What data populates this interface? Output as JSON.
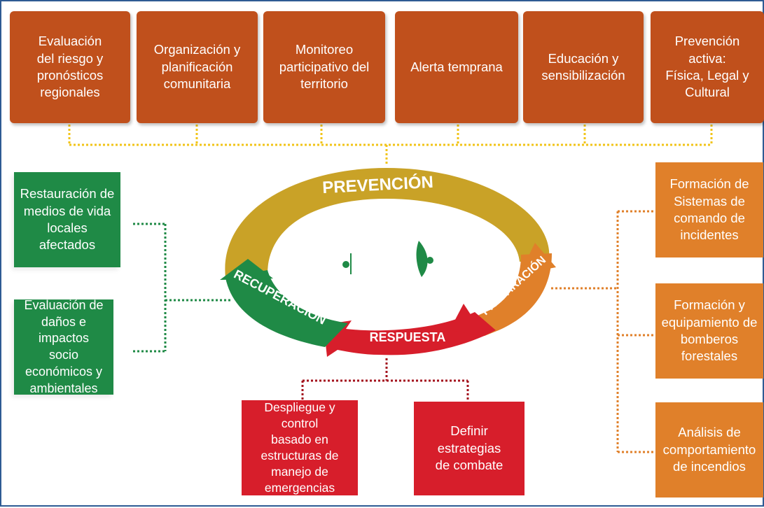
{
  "prevention_boxes": [
    "Evaluación\ndel riesgo y\npronósticos\nregionales",
    "Organización  y\nplanificación\ncomunitaria",
    "Monitoreo\nparticipativo del\nterritorio",
    "Alerta temprana",
    "Educación y\nsensibilización",
    "Prevención activa:\nFísica, Legal y\nCultural"
  ],
  "recovery_boxes": [
    "Restauración de\nmedios de vida\nlocales afectados",
    "Evaluación de\ndaños e impactos\nsocio económicos y\nambientales"
  ],
  "preparation_boxes": [
    "Formación de\nSistemas de\ncomando de\nincidentes",
    "Formación y\nequipamiento de\nbomberos\nforestales",
    "Análisis de\ncomportamiento\nde incendios"
  ],
  "response_boxes": [
    "Despliegue y control\nbasado en\nestructuras de\nmanejo de\nemergencias",
    "Definir estrategias\nde combate"
  ],
  "cycle": {
    "prevencion": "PREVENCIÓN",
    "preparacion": "PREPARACIÓN",
    "respuesta": "RESPUESTA",
    "recuperacion": "RECUPERACIÓN"
  },
  "colors": {
    "prevention": "#c0501c",
    "recovery": "#1f8a46",
    "preparation": "#e0802a",
    "response": "#d71e2b",
    "ring_prevencion": "#c9a227"
  }
}
